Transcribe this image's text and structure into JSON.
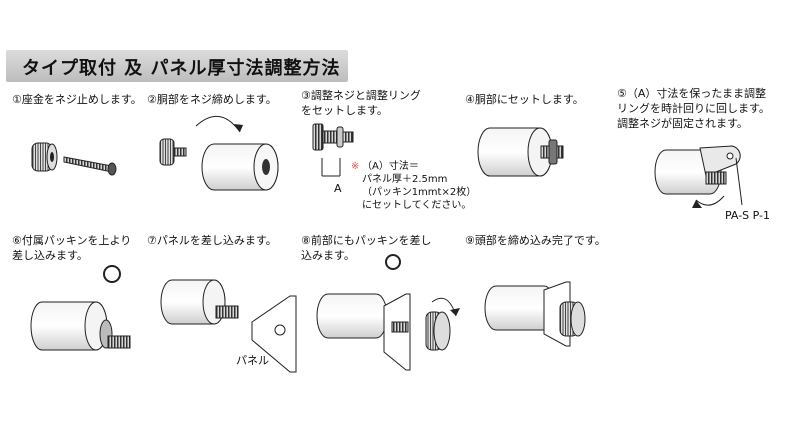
{
  "title": "タイプ取付 及 パネル厚寸法調整方法",
  "steps": [
    {
      "text": "①座金をネジ止めします。"
    },
    {
      "text": "②胴部をネジ締めします。"
    },
    {
      "text": "③調整ネジと調整リング\nをセットします。"
    },
    {
      "text": "④胴部にセットします。"
    },
    {
      "text": "⑤（A）寸法を保ったまま調整\nリングを時計回りに回します。\n調整ネジが固定されます。"
    },
    {
      "text": "⑥付属パッキンを上より\n差し込みます。"
    },
    {
      "text": "⑦パネルを差し込みます。"
    },
    {
      "text": "⑧前部にもパッキンを差し\n込みます。"
    },
    {
      "text": "⑨頭部を締め込み完了です。"
    }
  ],
  "note": {
    "mark": "※",
    "text": "（A）寸法＝\nパネル厚＋2.5mm\n（パッキン1mmt×2枚）\nにセットしてください。"
  },
  "labels": {
    "dimension_a": "A",
    "model": "PA-S  P-1",
    "panel": "パネル"
  }
}
